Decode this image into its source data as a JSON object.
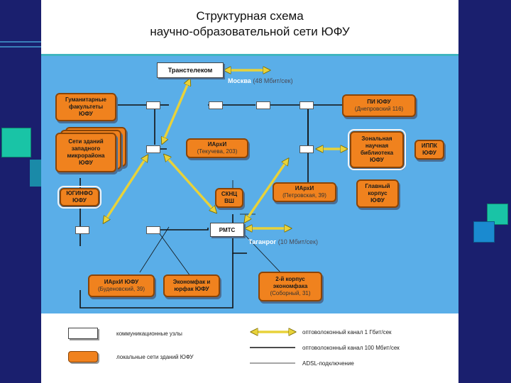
{
  "title": {
    "line1": "Структурная схема",
    "line2": "научно-образовательной сети ЮФУ"
  },
  "colors": {
    "background": "#1a1f6e",
    "diagram_bg": "#5aaee8",
    "local_network": "#f0821e",
    "gigabit_arrow": "#e8d23a",
    "accent": "#3fb5c0"
  },
  "boxes": {
    "transtelecom": "Транстелеком",
    "humanitarian": [
      "Гуманитарные",
      "факультеты",
      "ЮФУ"
    ],
    "west_micro": [
      "Сети зданий",
      "западного",
      "микрорайона",
      "ЮФУ"
    ],
    "yuginfo": [
      "ЮГИНФО",
      "ЮФУ"
    ],
    "iarhi_tekucheva": {
      "name": "ИАрхИ",
      "address": "(Текучева, 203)"
    },
    "pi_yufu": {
      "name": "ПИ ЮФУ",
      "address": "(Днепровский 116)"
    },
    "library": [
      "Зональная",
      "научная",
      "библиотека",
      "ЮФУ"
    ],
    "ippk": [
      "ИППК",
      "ЮФУ"
    ],
    "main_building": [
      "Главный",
      "корпус",
      "ЮФУ"
    ],
    "iarhi_petrovskaya": {
      "name": "ИАрхИ",
      "address": "(Петровская, 39)"
    },
    "sknc": [
      "СКНЦ",
      "ВШ"
    ],
    "rmts": "РМТС",
    "iarhi_budennovsky": {
      "name": "ИАрхИ ЮФУ",
      "address": "(Буденовский, 39)"
    },
    "econ_law": [
      "Экономфак и",
      "юрфак ЮФУ"
    ],
    "econ_2": {
      "name": "2-й корпус экономфака",
      "address": "(Соборный, 31)"
    }
  },
  "channels": {
    "moscow": {
      "city": "Москва",
      "speed": "(48 Мбит/сек)"
    },
    "taganrog": {
      "city": "Таганрог",
      "speed": "(10 Мбит/сек)"
    }
  },
  "legend": {
    "nodes": "коммуникационные узлы",
    "local": "локальные сети зданий ЮФУ",
    "gigabit": "оптоволоконный канал 1 Гбит/сек",
    "mbit100": "оптоволоконный канал 100 Мбит/сек",
    "adsl": "ADSL-подключение"
  }
}
